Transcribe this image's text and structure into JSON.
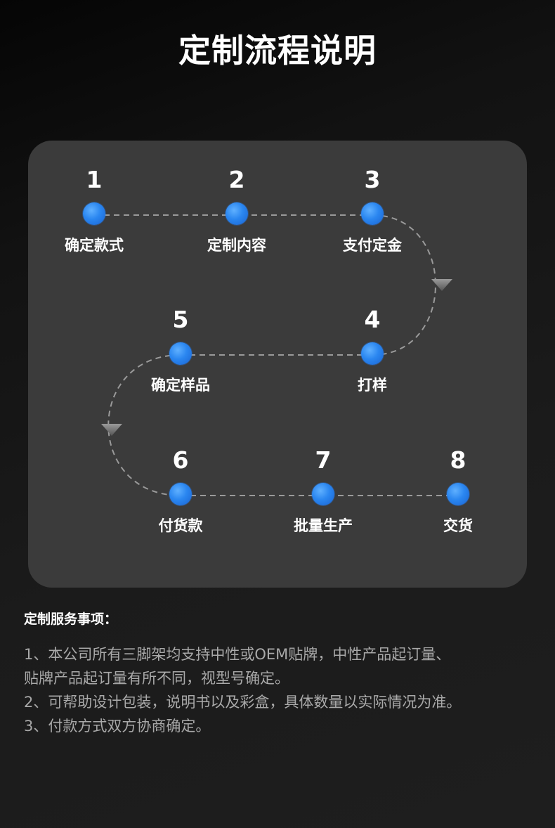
{
  "title": "定制流程说明",
  "steps": [
    {
      "num": "1",
      "label": "确定款式"
    },
    {
      "num": "2",
      "label": "定制内容"
    },
    {
      "num": "3",
      "label": "支付定金"
    },
    {
      "num": "4",
      "label": "打样"
    },
    {
      "num": "5",
      "label": "确定样品"
    },
    {
      "num": "6",
      "label": "付货款"
    },
    {
      "num": "7",
      "label": "批量生产"
    },
    {
      "num": "8",
      "label": "交货"
    }
  ],
  "notes": {
    "heading": "定制服务事项：",
    "lines": [
      "1、本公司所有三脚架均支持中性或OEM贴牌，中性产品起订量、",
      "贴牌产品起订量有所不同，视型号确定。",
      "2、可帮助设计包装，说明书以及彩盒，具体数量以实际情况为准。",
      "3、付款方式双方协商确定。"
    ]
  },
  "colors": {
    "background": "#1b1b1b",
    "card": "#3b3b3b",
    "dot": "#2a86f0",
    "dashed_line": "#9a9a9a",
    "note_text": "#a9a9a9"
  }
}
